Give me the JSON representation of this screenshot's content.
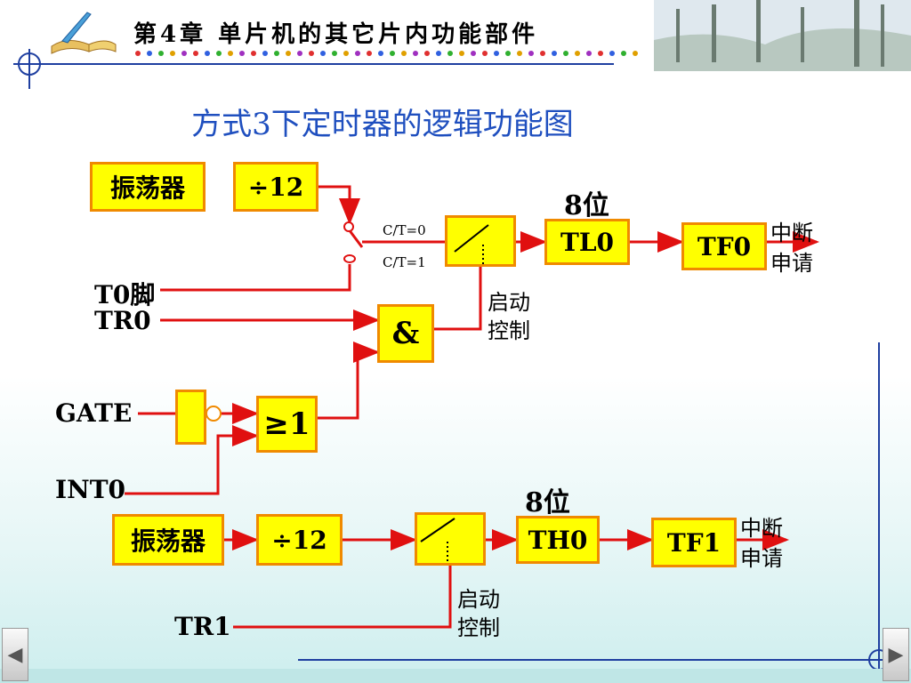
{
  "header": {
    "chapter_title": "第4章 单片机的其它片内功能部件"
  },
  "slide_title": "方式3下定时器的逻辑功能图",
  "upper": {
    "oscillator": "振荡器",
    "divider": "÷12",
    "bits_label": "8位",
    "register": "TL0",
    "flag": "TF0",
    "interrupt_1": "中断",
    "interrupt_2": "申请",
    "ct0": "C/T=0",
    "ct1": "C/T=1",
    "t0pin": "T0脚",
    "tr0": "TR0",
    "and_gate": "&",
    "start_1": "启动",
    "start_2": "控制",
    "gate": "GATE",
    "or_gate": "≥1",
    "int0": "INT0"
  },
  "lower": {
    "oscillator": "振荡器",
    "divider": "÷12",
    "bits_label": "8位",
    "register": "TH0",
    "flag": "TF1",
    "interrupt_1": "中断",
    "interrupt_2": "申请",
    "start_1": "启动",
    "start_2": "控制",
    "tr1": "TR1"
  },
  "nav": {
    "prev_icon": "◀",
    "next_icon": "▶"
  }
}
